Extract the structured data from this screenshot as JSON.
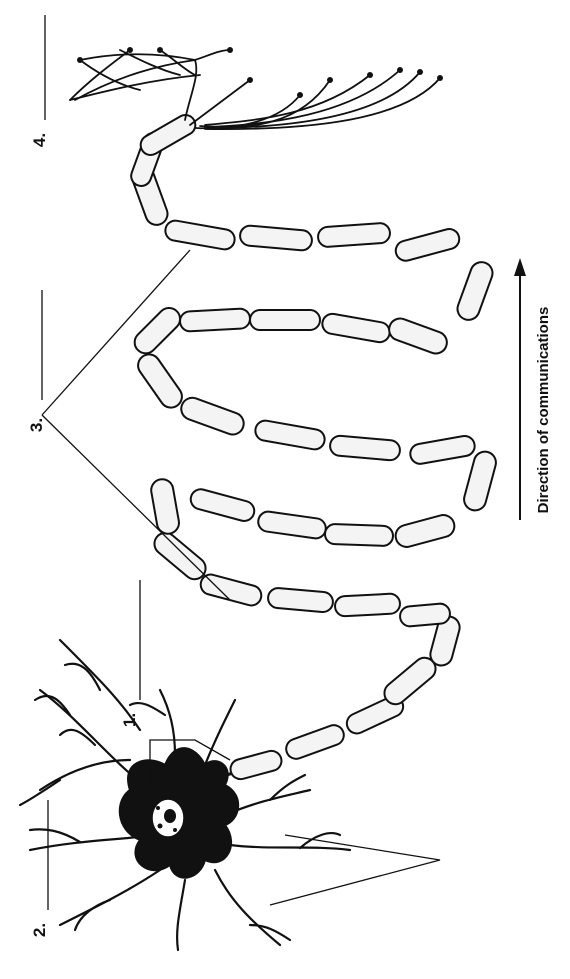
{
  "diagram": {
    "labels": [
      {
        "id": "label-1",
        "text": "1."
      },
      {
        "id": "label-2",
        "text": "2."
      },
      {
        "id": "label-3",
        "text": "3."
      },
      {
        "id": "label-4",
        "text": "4."
      }
    ],
    "direction_text": "Direction of communications",
    "colors": {
      "ink": "#111111",
      "myelin_fill": "#f4f4f4",
      "background": "#ffffff"
    }
  }
}
